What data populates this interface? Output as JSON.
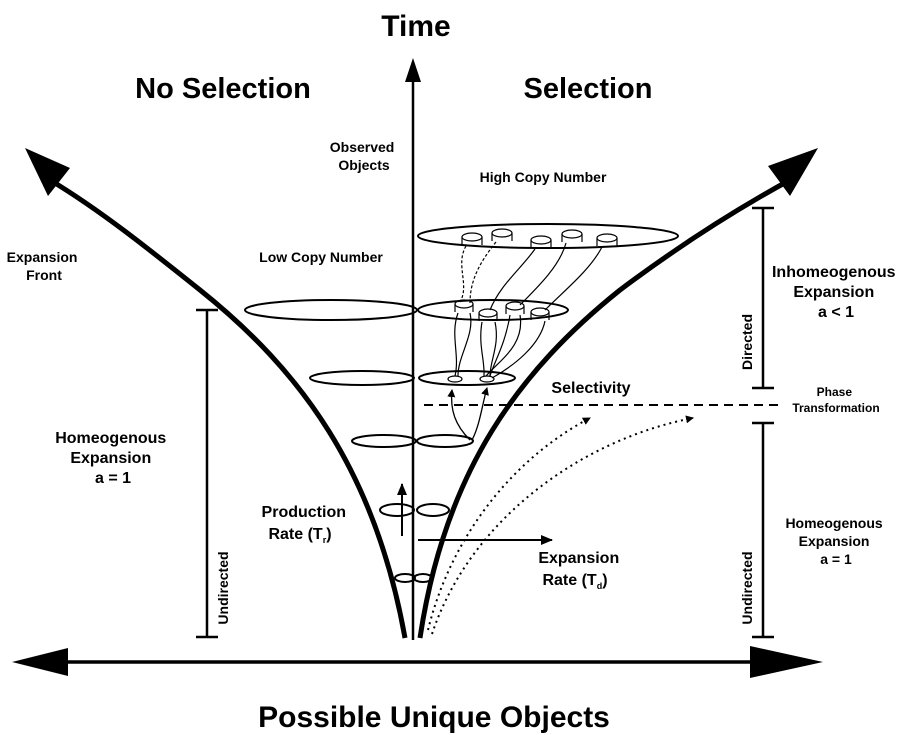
{
  "title": "Time",
  "x_axis_label": "Possible Unique Objects",
  "left_heading": "No Selection",
  "right_heading": "Selection",
  "observed_objects": [
    "Observed",
    "Objects"
  ],
  "high_copy_number": "High Copy Number",
  "low_copy_number": "Low Copy Number",
  "expansion_front": [
    "Expansion",
    "Front"
  ],
  "selectivity": "Selectivity",
  "phase_transformation": [
    "Phase",
    "Transformation"
  ],
  "production_rate": {
    "line1": "Production",
    "line2": "Rate (T",
    "sub": "r",
    "close": ")"
  },
  "expansion_rate": {
    "line1": "Expansion",
    "line2": "Rate (T",
    "sub": "d",
    "close": ")"
  },
  "left_expansion": [
    "Homeogenous",
    "Expansion",
    "a = 1"
  ],
  "right_upper_expansion": [
    "Inhomeogenous",
    "Expansion",
    "a < 1"
  ],
  "right_lower_expansion": [
    "Homeogenous",
    "Expansion",
    "a = 1"
  ],
  "directed": "Directed",
  "undirected_left": "Undirected",
  "undirected_right": "Undirected"
}
